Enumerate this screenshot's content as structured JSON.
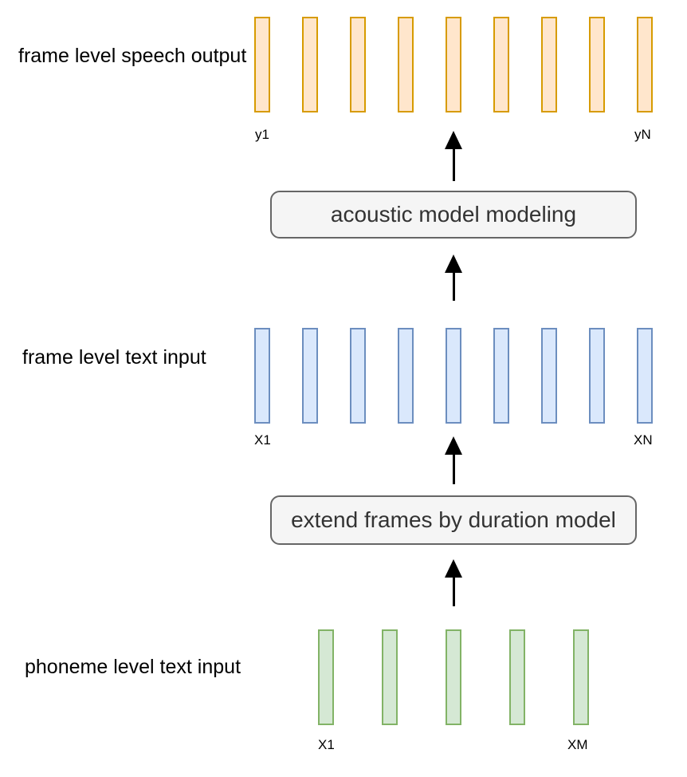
{
  "diagram": {
    "background": "#ffffff",
    "arrow_color": "#000000",
    "box_style": {
      "fill": "#f5f5f5",
      "stroke": "#666666",
      "text_color": "#333333"
    },
    "rows": [
      {
        "id": "frame-level-speech-output",
        "label": "frame level speech output",
        "bar_count": 9,
        "fill": "#ffe6cc",
        "stroke": "#d79b00",
        "first_label": "y1",
        "last_label": "yN"
      },
      {
        "id": "frame-level-text-input",
        "label": "frame level text input",
        "bar_count": 9,
        "fill": "#dae8fc",
        "stroke": "#6c8ebf",
        "first_label": "X1",
        "last_label": "XN"
      },
      {
        "id": "phoneme-level-text-input",
        "label": "phoneme level text input",
        "bar_count": 5,
        "fill": "#d5e8d4",
        "stroke": "#82b366",
        "first_label": "X1",
        "last_label": "XM"
      }
    ],
    "boxes": [
      {
        "id": "acoustic-model",
        "label": "acoustic model modeling"
      },
      {
        "id": "duration-model",
        "label": "extend frames by duration model"
      }
    ]
  }
}
